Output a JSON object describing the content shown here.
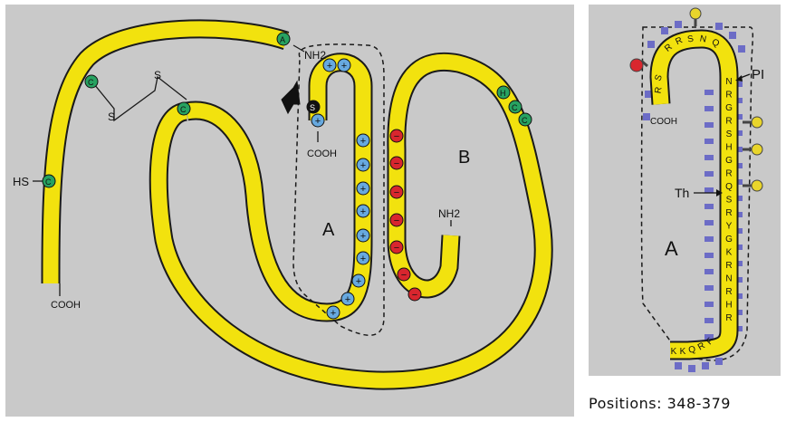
{
  "left_diagram": {
    "region_a_label": "A",
    "region_b_label": "B",
    "nh2_top_label": "NH2",
    "nh2_b_label": "NH2",
    "cooh_left_label": "COOH",
    "cooh_inner_label": "COOH",
    "hs_label": "HS",
    "s_label_1": "S",
    "s_label_2": "S",
    "residue_a": "A",
    "residue_c": "C",
    "residue_h": "H",
    "residue_s": "S",
    "plus_sign": "+",
    "minus_sign": "−"
  },
  "right_diagram": {
    "region_label": "A",
    "pi_label": "PI",
    "th_label": "Th",
    "cooh_label": "COOH",
    "sequence_right": [
      "N",
      "R",
      "G",
      "R",
      "S",
      "H",
      "G",
      "R",
      "Q",
      "S",
      "R",
      "Y",
      "G",
      "K",
      "R",
      "N",
      "R",
      "H",
      "R"
    ],
    "sequence_top": [
      "R",
      "R",
      "S",
      "N",
      "Q"
    ],
    "sequence_left": [
      "R",
      "S"
    ],
    "sequence_bottom": [
      "K",
      "K",
      "Q",
      "R",
      "F"
    ]
  },
  "caption": "Positions: 348-379",
  "colors": {
    "background": "#c9c9c9",
    "strand": "#f2e20e",
    "strand_outline": "#1a1a1a",
    "positive": "#67a9df",
    "negative": "#d8262e",
    "cysteine": "#27a261",
    "glyco": "#e9d52b",
    "phospho_red": "#d8262e",
    "blue_marks": "#6c6cc6"
  }
}
